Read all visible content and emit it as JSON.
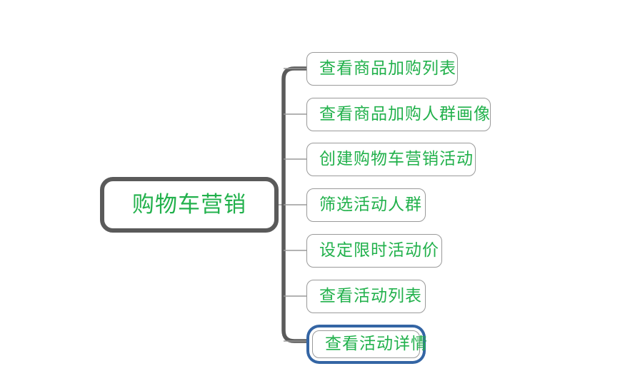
{
  "diagram": {
    "type": "mind-map",
    "background_color": "#ffffff",
    "node_text_color": "#22b14c",
    "root_border_color": "#5a5a5a",
    "child_border_color": "#9a9a9a",
    "connector_color": "#5a5a5a",
    "branch_line_color": "#9a9a9a",
    "selection_color": "#3465a4",
    "root": {
      "label": "购物车营销"
    },
    "children": [
      {
        "label": "查看商品加购列表",
        "selected": false
      },
      {
        "label": "查看商品加购人群画像",
        "selected": false
      },
      {
        "label": "创建购物车营销活动",
        "selected": false
      },
      {
        "label": "筛选活动人群",
        "selected": false
      },
      {
        "label": "设定限时活动价",
        "selected": false
      },
      {
        "label": "查看活动列表",
        "selected": false
      },
      {
        "label": "查看活动详情",
        "selected": true
      }
    ]
  }
}
